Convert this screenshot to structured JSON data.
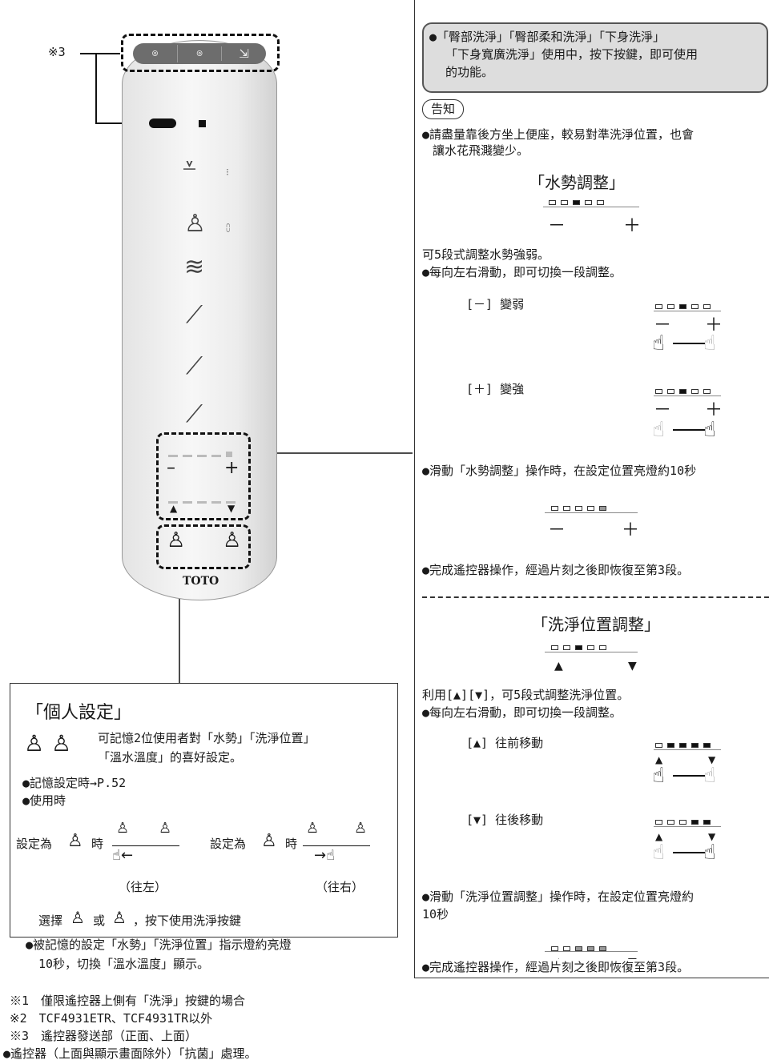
{
  "callout_3": "※3",
  "remote": {
    "top_buttons": [
      "ၜ",
      "ၜ",
      "⇲"
    ],
    "panel": {
      "minus": "–",
      "plus": "+",
      "up": "▲",
      "down": "▼"
    },
    "brand": "TOTO"
  },
  "personal": {
    "title": "「個人設定」",
    "desc_line1": "可記憶2位使用者對「水勢」「洗淨位置」",
    "desc_line2": "「溫水溫度」的喜好設定。",
    "memory": "●記憶設定時→P.52",
    "use": "●使用時",
    "set1_prefix": "設定為",
    "set_suffix": "時",
    "set2_prefix": "設定為",
    "left_label": "（往左）",
    "right_label": "（往右）",
    "choose_a": "選擇",
    "choose_or": "或",
    "choose_b": "，按下使用洗淨按鍵",
    "note1": "●被記憶的設定「水勢」「洗淨位置」指示燈約亮燈",
    "note2": "10秒，切換「溫水溫度」顯示。"
  },
  "footnotes": [
    "※1　僅限遙控器上側有「洗淨」按鍵的場合",
    "※2　TCF4931ETR、TCF4931TR以外",
    "※3　遙控器發送部（正面、上面）",
    "●遙控器（上面與顯示畫面除外）「抗菌」處理。"
  ],
  "right": {
    "header1": "●「臀部洗淨」「臀部柔和洗淨」「下身洗淨」",
    "header2": "「下身寬廣洗淨」使用中，按下按鍵，即可使用",
    "header3": "的功能。",
    "notice_tag": "告知",
    "notice1": "●請盡量靠後方坐上便座，較易對準洗淨位置，也會",
    "notice2": "讓水花飛濺變少。",
    "water_title": "「水勢調整」",
    "water_desc": "可5段式調整水勢強弱。",
    "water_slide": "●每向左右滑動，即可切換一段調整。",
    "weaker": "[－] 變弱",
    "stronger": "[＋] 變強",
    "water_light": "●滑動「水勢調整」操作時，在設定位置亮燈約10秒",
    "water_restore": "●完成遙控器操作，經過片刻之後即恢復至第3段。",
    "pos_title": "「洗淨位置調整」",
    "pos_desc": "利用[▲][▼]，可5段式調整洗淨位置。",
    "pos_slide": "●每向左右滑動，即可切換一段調整。",
    "forward": "[▲] 往前移動",
    "backward": "[▼] 往後移動",
    "pos_light1": "●滑動「洗淨位置調整」操作時，在設定位置亮燈約",
    "pos_light2": "10秒",
    "pos_restore": "●完成遙控器操作，經過片刻之後即恢復至第3段。",
    "minus": "－",
    "plus": "＋",
    "up": "▲",
    "down": "▼"
  }
}
